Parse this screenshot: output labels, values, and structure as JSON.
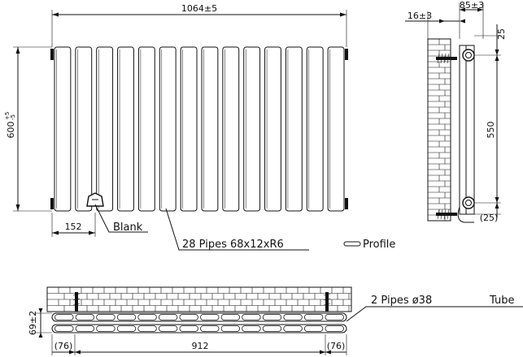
{
  "front_view": {
    "width_dim": "1064±5",
    "height_dim": "600",
    "height_tol_upper": "+5",
    "height_tol_lower": "-5",
    "end_offset_dim": "152",
    "blank_label": "Blank",
    "pipe_count": 14
  },
  "side_view": {
    "depth_dim": "85±3",
    "wall_gap_dim": "16±3",
    "top_offset_dim": "25",
    "centres_dim": "550",
    "bottom_offset_dim": "(25)"
  },
  "annotations": {
    "pipes_label": "28 Pipes  68x12xR6",
    "profile_label": "Profile",
    "tube_pipes_label": "2 Pipes  ø38",
    "tube_label": "Tube"
  },
  "plan_view": {
    "depth_dim": "69±2",
    "centres_dim": "912",
    "left_offset_dim": "(76)",
    "right_offset_dim": "(76)",
    "pipe_count": 28
  }
}
